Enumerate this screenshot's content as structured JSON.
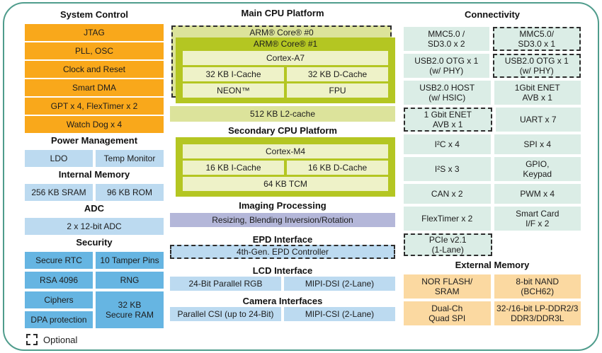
{
  "diagram": {
    "legend_optional": "Optional"
  },
  "colors": {
    "frame_border": "#4F9C8C",
    "orange": "#F9A81B",
    "light_blue": "#BCDAF0",
    "medium_blue": "#66B5E2",
    "mint": "#DBEDE6",
    "tan": "#FBD9A1",
    "olive_light": "#DCE39B",
    "olive_bright": "#B4C622",
    "olive_pale": "#EEF2C8",
    "purple": "#B4B7D9"
  },
  "left": {
    "system_control": {
      "title": "System Control",
      "items": [
        "JTAG",
        "PLL, OSC",
        "Clock and Reset",
        "Smart DMA",
        "GPT x 4, FlexTimer x 2",
        "Watch Dog x 4"
      ]
    },
    "power_management": {
      "title": "Power Management",
      "items": [
        "LDO",
        "Temp Monitor"
      ]
    },
    "internal_memory": {
      "title": "Internal Memory",
      "items": [
        "256 KB SRAM",
        "96 KB ROM"
      ]
    },
    "adc": {
      "title": "ADC",
      "items": [
        "2 x 12-bit ADC"
      ]
    },
    "security": {
      "title": "Security",
      "items": [
        "Secure RTC",
        "10 Tamper Pins",
        "RSA 4096",
        "RNG",
        "Ciphers",
        "DPA protection",
        "32 KB\nSecure RAM"
      ]
    }
  },
  "middle": {
    "main_cpu": {
      "title": "Main CPU Platform",
      "core0": "ARM® Core® #0",
      "core1": "ARM® Core® #1",
      "cortex": "Cortex-A7",
      "icache": "32 KB I-Cache",
      "dcache": "32 KB D-Cache",
      "neon": "NEON™",
      "fpu": "FPU",
      "l2": "512 KB L2-cache"
    },
    "secondary_cpu": {
      "title": "Secondary CPU Platform",
      "cortex": "Cortex-M4",
      "icache": "16 KB I-Cache",
      "dcache": "16 KB D-Cache",
      "tcm": "64 KB TCM"
    },
    "imaging": {
      "title": "Imaging Processing",
      "item": "Resizing, Blending Inversion/Rotation"
    },
    "epd": {
      "title": "EPD Interface",
      "item": "4th-Gen. EPD Controller"
    },
    "lcd": {
      "title": "LCD Interface",
      "items": [
        "24-Bit Parallel RGB",
        "MIPI-DSI (2-Lane)"
      ]
    },
    "camera": {
      "title": "Camera Interfaces",
      "items": [
        "Parallel CSI (up to 24-Bit)",
        "MIPI-CSI (2-Lane)"
      ]
    }
  },
  "right": {
    "connectivity": {
      "title": "Connectivity",
      "cells": [
        {
          "label": "MMC5.0 /\nSD3.0 x 2",
          "optional": false
        },
        {
          "label": "MMC5.0/\nSD3.0 x 1",
          "optional": true
        },
        {
          "label": "USB2.0 OTG x 1\n(w/ PHY)",
          "optional": false
        },
        {
          "label": "USB2.0 OTG x 1\n(w/ PHY)",
          "optional": true
        },
        {
          "label": "USB2.0 HOST\n(w/ HSIC)",
          "optional": false
        },
        {
          "label": "1Gbit ENET\nAVB x 1",
          "optional": false
        },
        {
          "label": "1 Gbit ENET\nAVB x 1",
          "optional": true
        },
        {
          "label": "UART x 7",
          "optional": false
        },
        {
          "label": "I²C x 4",
          "optional": false
        },
        {
          "label": "SPI x 4",
          "optional": false
        },
        {
          "label": "I²S x 3",
          "optional": false
        },
        {
          "label": "GPIO,\nKeypad",
          "optional": false
        },
        {
          "label": "CAN x 2",
          "optional": false
        },
        {
          "label": "PWM x 4",
          "optional": false
        },
        {
          "label": "FlexTimer x 2",
          "optional": false
        },
        {
          "label": "Smart Card\nI/F x 2",
          "optional": false
        },
        {
          "label": "PCIe v2.1\n(1-Lane)",
          "optional": true
        }
      ]
    },
    "external_memory": {
      "title": "External Memory",
      "cells": [
        "NOR FLASH/\nSRAM",
        "8-bit NAND\n(BCH62)",
        "Dual-Ch\nQuad SPI",
        "32-/16-bit LP-DDR2/3\nDDR3/DDR3L"
      ]
    }
  }
}
